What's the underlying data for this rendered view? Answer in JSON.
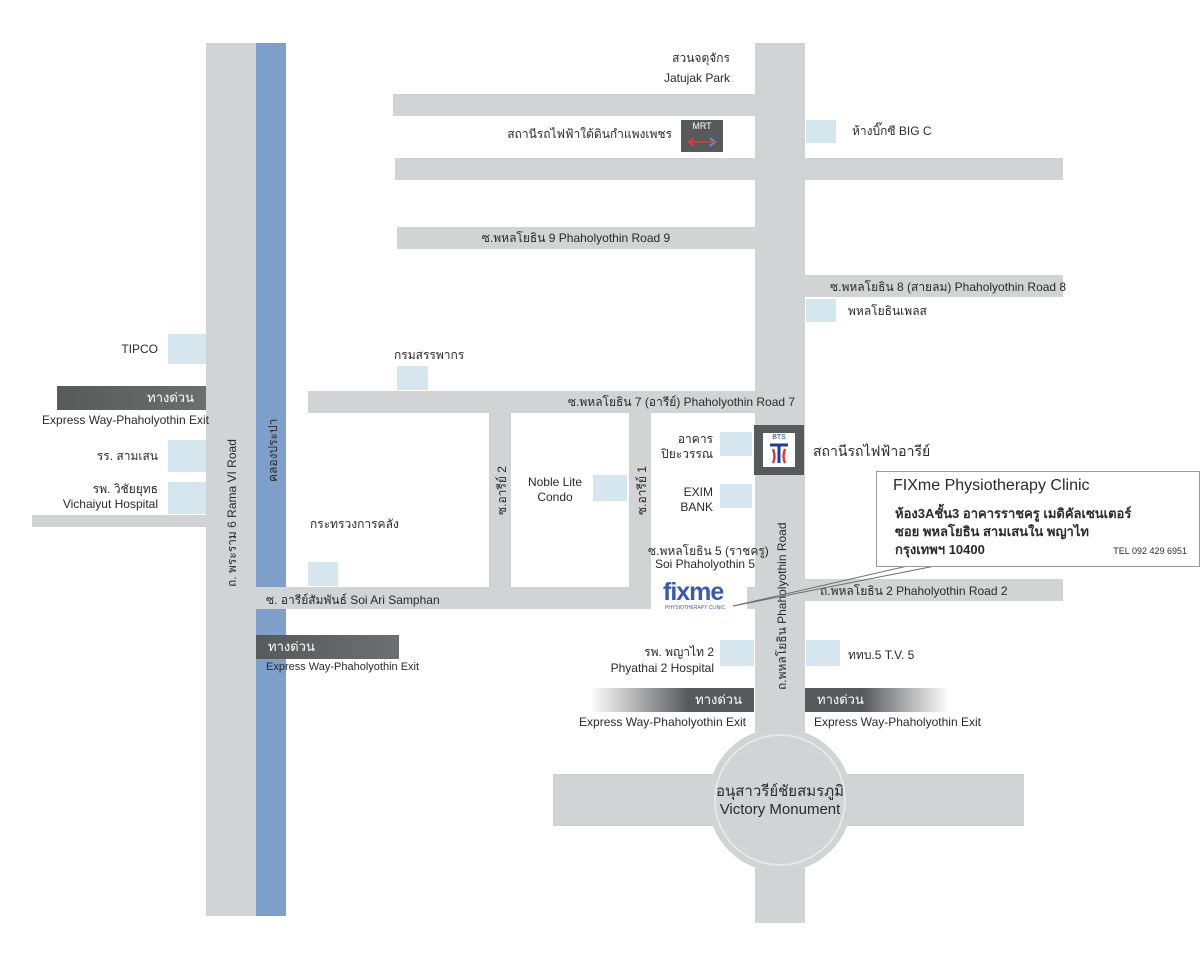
{
  "roads": {
    "rama6": "ถ. พระราม 6 Rama VI Road",
    "canal": "คลองประปา",
    "phaholyothin": "ถ.พหลโยธิน Phaholyothin Road",
    "soi9": "ซ.พหลโยธิน 9 Phaholyothin Road 9",
    "soi8": "ซ.พหลโยธิน 8 (สายลม) Phaholyothin Road 8",
    "soi7": "ซ.พหลโยธิน 7 (อารีย์) Phaholyothin Road 7",
    "ari2": "ซ.อารีย์ 2",
    "ari1": "ซ.อารีย์ 1",
    "soi5": "ซ.พหลโยธิน 5 (ราชครู)",
    "soi5_en": "Soi Phaholyothin 5",
    "soi2": "ถ.พหลโยธิน 2 Phaholyothin Road 2",
    "ari_samphan": "ซ. อารีย์สัมพันธ์ Soi Ari Samphan"
  },
  "landmarks": {
    "jatujak_th": "สวนจตุจักร",
    "jatujak_en": "Jatujak Park",
    "mrt_station": "สถานีรถไฟฟ้าใต้ดินกำแพงเพชร",
    "mrt_logo": "MRT",
    "bigc": "ห้างบิ๊กซี BIG C",
    "phaholyothin_place": "พหลโยธินเพลส",
    "tipco": "TIPCO",
    "revenue": "กรมสรรพากร",
    "bts_station": "สถานีรถไฟฟ้าอารีย์",
    "bts_logo": "BTS",
    "piyawan_1": "อาคาร",
    "piyawan_2": "ปิยะวรรณ",
    "noble_1": "Noble Lite",
    "noble_2": "Condo",
    "exim_1": "EXIM",
    "exim_2": "BANK",
    "samsen_school": "รร. สามเสน",
    "vichaiyut_th": "รพ. วิชัยยุทธ",
    "vichaiyut_en": "Vichaiyut Hospital",
    "finance_ministry": "กระทรวงการคลัง",
    "phyathai_th": "รพ. พญาไท 2",
    "phyathai_en": "Phyathai 2 Hospital",
    "tv5": "ททบ.5 T.V. 5",
    "victory_th": "อนุสาวรีย์ชัยสมรภูมิ",
    "victory_en": "Victory Monument"
  },
  "expressway": {
    "badge": "ทางด่วน",
    "label": "Express Way-Phaholyothin Exit"
  },
  "fixme_logo": {
    "word": "fixme",
    "sub": "PHYSIOTHERAPY CLINIC"
  },
  "callout": {
    "title": "FIXme  Physiotherapy Clinic",
    "line1": "ห้อง3Aชั้น3 อาคารราชครู เมดิคัลเซนเตอร์",
    "line2": "ซอย พหลโยธิน สามเสนใน พญาไท",
    "line3": "กรุงเทพฯ 10400",
    "tel": "TEL 092 429 6951"
  },
  "colors": {
    "road": "#d1d3d4",
    "canal": "#7f9fcb",
    "building": "#d6e6ee",
    "expressway_badge": "#58595b",
    "fixme_blue": "#3b5aa7"
  }
}
